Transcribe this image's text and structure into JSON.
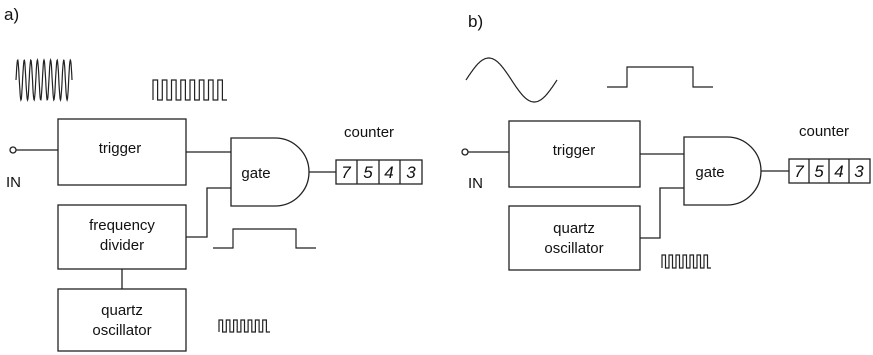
{
  "panels": {
    "a": {
      "label": "a)",
      "input_label": "IN",
      "trigger_label": "trigger",
      "gate_label": "gate",
      "counter_label": "counter",
      "digits": [
        "7",
        "5",
        "4",
        "3"
      ],
      "divider_line1": "frequency",
      "divider_line2": "divider",
      "oscillator_line1": "quartz",
      "oscillator_line2": "oscillator"
    },
    "b": {
      "label": "b)",
      "input_label": "IN",
      "trigger_label": "trigger",
      "gate_label": "gate",
      "counter_label": "counter",
      "digits": [
        "7",
        "5",
        "4",
        "3"
      ],
      "oscillator_line1": "quartz",
      "oscillator_line2": "oscillator"
    }
  },
  "icons": [
    "sine-input-waveform",
    "square-trigger-waveform",
    "gate-pulse-waveform",
    "quartz-clock-waveform"
  ]
}
